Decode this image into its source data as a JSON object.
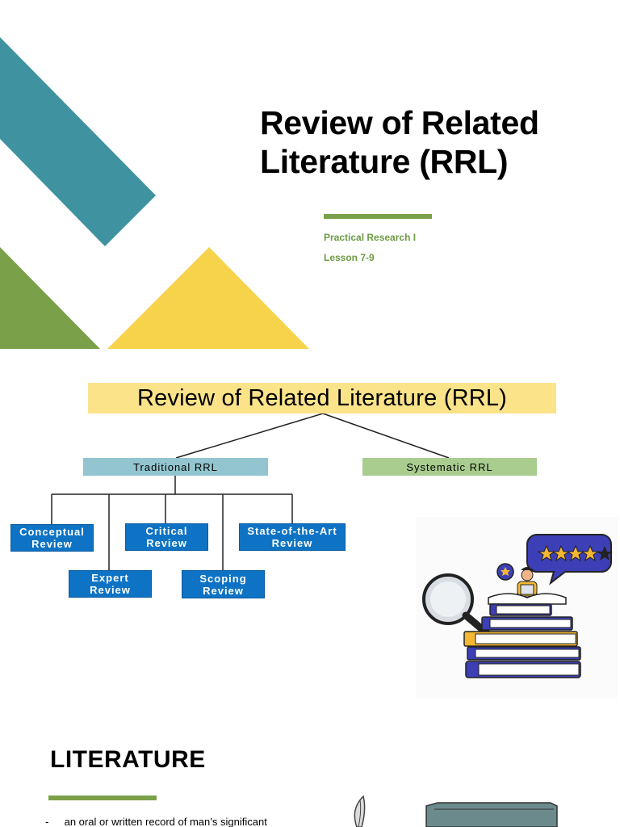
{
  "slide1": {
    "title": "Review of Related Literature (RRL)",
    "subtitle_course": "Practical Research I",
    "subtitle_lesson": "Lesson 7-9",
    "colors": {
      "teal": "#3f93a0",
      "green": "#7aa04a",
      "yellow": "#f6d34b"
    }
  },
  "slide2": {
    "root": "Review of Related Literature (RRL)",
    "traditional": "Traditional RRL",
    "systematic": "Systematic RRL",
    "leaves": {
      "conceptual": "Conceptual\nReview",
      "expert": "Expert\nReview",
      "critical": "Critical\nReview",
      "scoping": "Scoping\nReview",
      "state_of_art": "State-of-the-Art\nReview"
    },
    "colors": {
      "root_bg": "#fbe38a",
      "traditional_bg": "#92c5cf",
      "systematic_bg": "#a9cd8f",
      "leaf_bg": "#0e73c4"
    }
  },
  "slide3": {
    "title": "LITERATURE",
    "bullet_dash": "-",
    "bullet_text": "an oral or written record of man’s significant"
  }
}
